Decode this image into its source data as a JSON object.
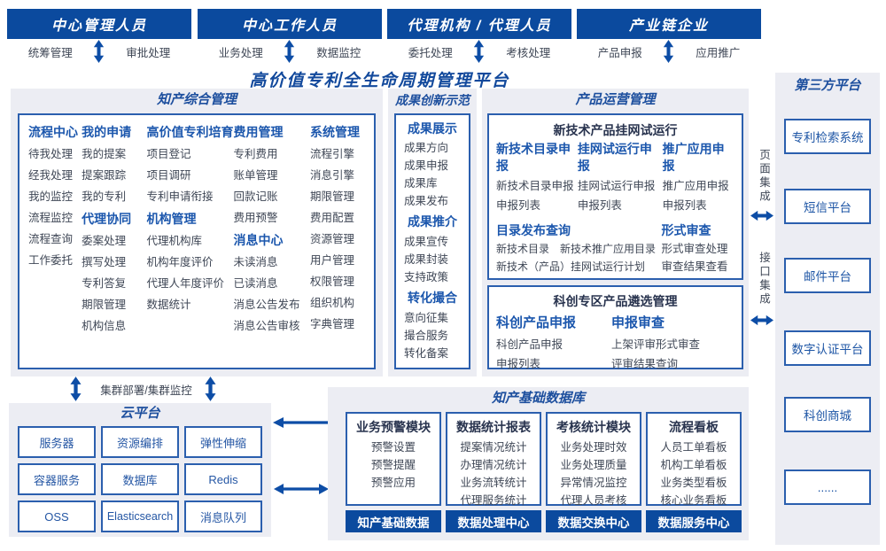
{
  "colors": {
    "primary_blue": "#0b4a9e",
    "border_blue": "#2b5fae",
    "accent_blue": "#1c57ad",
    "panel_bg": "#ecedf3",
    "item_gray": "#3f4756"
  },
  "main_title": "高价值专利全生命周期管理平台",
  "top_groups": [
    {
      "title": "中心管理人员",
      "left": "统筹管理",
      "right": "审批处理"
    },
    {
      "title": "中心工作人员",
      "left": "业务处理",
      "right": "数据监控"
    },
    {
      "title": "代理机构 / 代理人员",
      "left": "委托处理",
      "right": "考核处理"
    },
    {
      "title": "产业链企业",
      "left": "产品申报",
      "right": "应用推广"
    }
  ],
  "ip": {
    "title": "知产综合管理",
    "columns": [
      {
        "groups": [
          {
            "header": "流程中心",
            "items": [
              "待我处理",
              "经我处理",
              "我的监控",
              "流程监控",
              "流程查询",
              "工作委托"
            ]
          }
        ]
      },
      {
        "groups": [
          {
            "header": "我的申请",
            "items": [
              "我的提案",
              "提案跟踪",
              "我的专利"
            ]
          },
          {
            "header": "代理协同",
            "items": [
              "委案处理",
              "撰写处理",
              "专利答复",
              "期限管理",
              "机构信息"
            ]
          }
        ]
      },
      {
        "groups": [
          {
            "header": "高价值专利培育",
            "items": [
              "项目登记",
              "项目调研",
              "专利申请衔接"
            ]
          },
          {
            "header": "机构管理",
            "items": [
              "代理机构库",
              "机构年度评价",
              "代理人年度评价",
              "数据统计"
            ]
          }
        ]
      },
      {
        "groups": [
          {
            "header": "费用管理",
            "items": [
              "专利费用",
              "账单管理",
              "回款记账",
              "费用预警"
            ]
          },
          {
            "header": "消息中心",
            "items": [
              "未读消息",
              "已读消息",
              "消息公告发布",
              "消息公告审核"
            ]
          }
        ]
      },
      {
        "groups": [
          {
            "header": "系统管理",
            "items": [
              "流程引擎",
              "消息引擎",
              "期限管理",
              "费用配置",
              "资源管理",
              "用户管理",
              "权限管理",
              "组织机构",
              "字典管理"
            ]
          }
        ]
      }
    ]
  },
  "achievement": {
    "title": "成果创新示范",
    "groups": [
      {
        "header": "成果展示",
        "items": [
          "成果方向",
          "成果申报",
          "成果库",
          "成果发布"
        ]
      },
      {
        "header": "成果推介",
        "items": [
          "成果宣传",
          "成果封装",
          "支持政策"
        ]
      },
      {
        "header": "转化撮合",
        "items": [
          "意向征集",
          "撮合服务",
          "转化备案"
        ]
      }
    ]
  },
  "product_ops": {
    "title": "产品运营管理",
    "trial": {
      "title": "新技术产品挂网试运行",
      "groups": [
        {
          "header": "新技术目录申报",
          "items": [
            "新技术目录申报",
            "申报列表"
          ]
        },
        {
          "header": "挂网试运行申报",
          "items": [
            "挂网试运行申报",
            "申报列表"
          ]
        },
        {
          "header": "推广应用申报",
          "items": [
            "推广应用申报",
            "申报列表"
          ]
        }
      ],
      "catalog": {
        "header": "目录发布查询",
        "items": [
          "新技术目录",
          "新技术推广应用目录",
          "新技术（产品）挂网试运行计划"
        ]
      },
      "review": {
        "header": "形式审查",
        "items": [
          "形式审查处理",
          "审查结果查看"
        ]
      }
    },
    "selection": {
      "title": "科创专区产品遴选管理",
      "groups": [
        {
          "header": "科创产品申报",
          "items": [
            "科创产品申报",
            "申报列表"
          ]
        },
        {
          "header": "申报审查",
          "items": [
            "上架评审形式审查",
            "评审结果查询"
          ]
        }
      ]
    }
  },
  "third_party": {
    "title": "第三方平台",
    "boxes": [
      "专利检索系统",
      "短信平台",
      "邮件平台",
      "数字认证平台",
      "科创商城",
      "......"
    ]
  },
  "integration": {
    "page_label": "页面集成",
    "api_label": "接口集成"
  },
  "cluster_label": "集群部署/集群监控",
  "cloud": {
    "title": "云平台",
    "boxes": [
      "服务器",
      "资源编排",
      "弹性伸缩",
      "容器服务",
      "数据库",
      "Redis",
      "OSS",
      "Elasticsearch",
      "消息队列"
    ]
  },
  "database": {
    "title": "知产基础数据库",
    "columns": [
      {
        "header": "业务预警模块",
        "items": [
          "预警设置",
          "预警提醒",
          "预警应用"
        ],
        "footer": "知产基础数据"
      },
      {
        "header": "数据统计报表",
        "items": [
          "提案情况统计",
          "办理情况统计",
          "业务流转统计",
          "代理服务统计"
        ],
        "footer": "数据处理中心"
      },
      {
        "header": "考核统计模块",
        "items": [
          "业务处理时效",
          "业务处理质量",
          "异常情况监控",
          "代理人员考核"
        ],
        "footer": "数据交换中心"
      },
      {
        "header": "流程看板",
        "items": [
          "人员工单看板",
          "机构工单看板",
          "业务类型看板",
          "核心业务看板"
        ],
        "footer": "数据服务中心"
      }
    ]
  }
}
